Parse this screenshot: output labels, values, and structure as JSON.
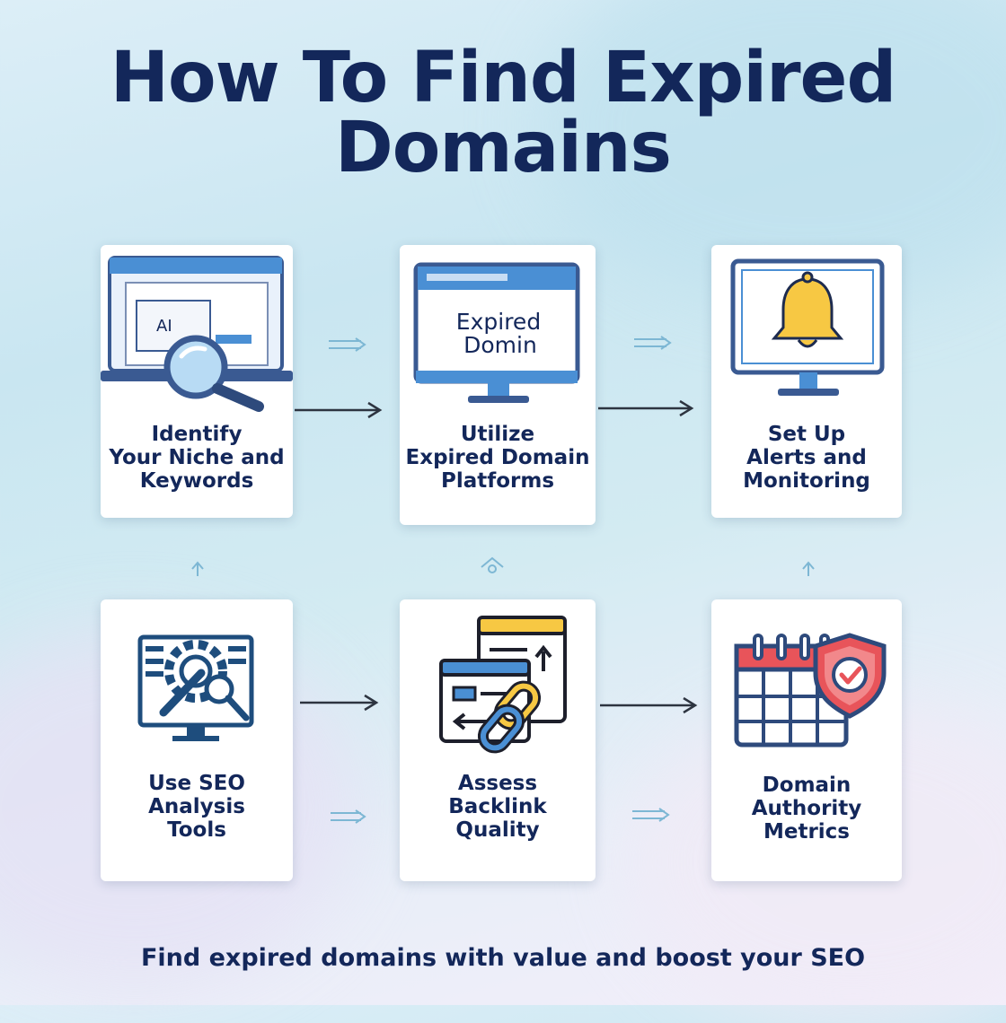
{
  "title": {
    "line1": "How To Find Expired",
    "line2": "Domains"
  },
  "steps": [
    {
      "label_lines": [
        "Identify",
        "Your Niche and",
        "Keywords"
      ],
      "icon": "laptop-magnifier-icon",
      "screen_text": "AI"
    },
    {
      "label_lines": [
        "Utilize",
        "Expired Domain",
        "Platforms"
      ],
      "icon": "monitor-icon",
      "screen_text": [
        "Expired",
        "Domin"
      ]
    },
    {
      "label_lines": [
        "Set Up",
        "Alerts and",
        "Monitoring"
      ],
      "icon": "bell-monitor-icon"
    },
    {
      "label_lines": [
        "Use SEO",
        "Analysis",
        "Tools"
      ],
      "icon": "seo-tools-icon"
    },
    {
      "label_lines": [
        "Assess",
        "Backlink",
        "Quality"
      ],
      "icon": "backlink-icon"
    },
    {
      "label_lines": [
        "Domain",
        "Authority",
        "Metrics"
      ],
      "icon": "calendar-shield-icon"
    }
  ],
  "footer": "Find expired domains with value and boost your SEO",
  "colors": {
    "navy": "#13275a",
    "blue": "#4a8fd4",
    "light_blue": "#c8ddf3",
    "bell_yellow": "#f7c843",
    "shield_red": "#e8545a",
    "arrow": "#2d3440",
    "faint_arrow": "#7db7d4"
  }
}
